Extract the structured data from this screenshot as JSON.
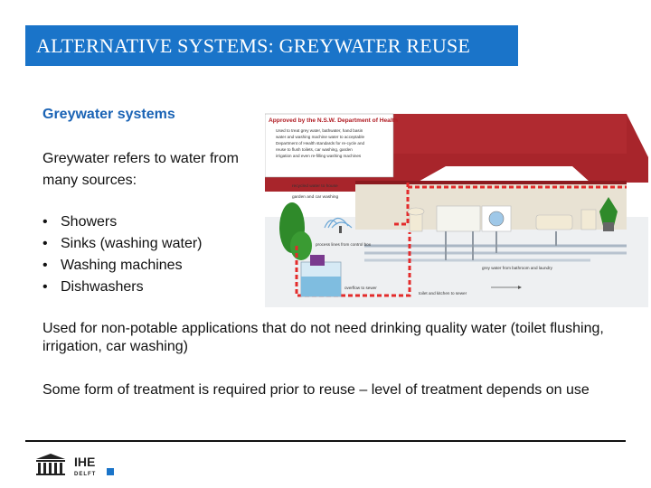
{
  "slide": {
    "title": "ALTERNATIVE SYSTEMS: GREYWATER REUSE",
    "subtitle": "Greywater systems",
    "intro": "Greywater refers to water from many sources:",
    "bullets": [
      "Showers",
      "Sinks (washing water)",
      "Washing machines",
      "Dishwashers"
    ],
    "paragraph1": "Used for non-potable applications that do not need drinking quality water (toilet flushing, irrigation, car washing)",
    "paragraph2": "Some form of treatment is required prior to reuse – level of treatment depends on use"
  },
  "diagram": {
    "approval": "Approved by the N.S.W. Department of Health",
    "note_lines": [
      "Used to treat grey water, bathwater, hand basin",
      "water and washing machine water to acceptable",
      "Department of Health standards for re-cycle and",
      "reuse to flush toilets, car washing, garden",
      "irrigation and even re-filling washing machines"
    ],
    "labels": {
      "recycled": "recycled water to house",
      "garden": "garden and car washing",
      "process": "process lines from control box",
      "greywater": "grey water from bathroom and laundry",
      "overflow": "overflow to sewer",
      "toilet": "toilet and kitchen to sewer"
    }
  },
  "logo": {
    "text": "IHE",
    "subtext": "DELFT"
  },
  "colors": {
    "title_bg": "#1a74c9",
    "subtitle": "#1a63b5",
    "roof": "#a8252b",
    "recycled_pipe": "#e32b2b",
    "grey_pipe": "#a9b6c4"
  }
}
